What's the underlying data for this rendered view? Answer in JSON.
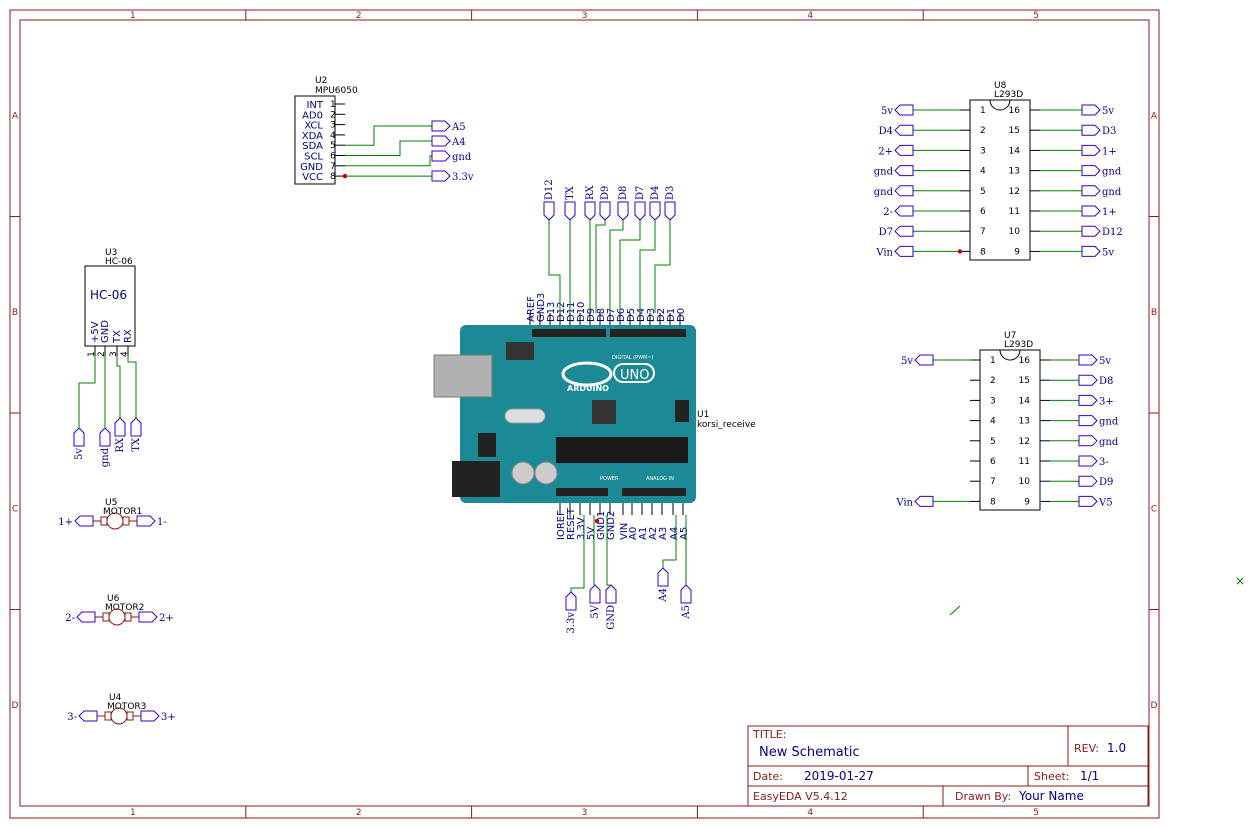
{
  "frame": {
    "columns": [
      "1",
      "2",
      "3",
      "4",
      "5"
    ],
    "rows": [
      "A",
      "B",
      "C",
      "D"
    ]
  },
  "u2": {
    "designator": "U2",
    "part": "MPU6050",
    "pins": [
      "INT",
      "AD0",
      "XCL",
      "XDA",
      "SDA",
      "SCL",
      "GND",
      "VCC"
    ],
    "nums": [
      "1",
      "2",
      "3",
      "4",
      "5",
      "6",
      "7",
      "8"
    ],
    "flags": [
      "A5",
      "A4",
      "gnd",
      "3.3v"
    ]
  },
  "u3": {
    "designator": "U3",
    "part": "HC-06",
    "label": "HC-06",
    "pins": [
      "+5V",
      "GND",
      "TX",
      "RX"
    ],
    "nums": [
      "1",
      "2",
      "3",
      "4"
    ],
    "flags": [
      "5v",
      "gnd",
      "RX",
      "TX"
    ]
  },
  "u1": {
    "designator": "U1",
    "part": "korsi_receive",
    "top_pins": [
      "AREF",
      "GND3",
      "D13",
      "D12",
      "D11",
      "D10",
      "D9",
      "D8",
      "D7",
      "D6",
      "D5",
      "D4",
      "D3",
      "D2",
      "D1",
      "D0"
    ],
    "top_flags": [
      "D12",
      "TX",
      "RX",
      "D9",
      "D8",
      "D7",
      "D4",
      "D3"
    ],
    "bottom_pins": [
      "IOREF",
      "RESET",
      "3.3V",
      "5V",
      "GND1",
      "GND2",
      "VIN",
      "A0",
      "A1",
      "A2",
      "A3",
      "A4",
      "A5"
    ],
    "bottom_flags": [
      "3.3v",
      "5V",
      "GND",
      "A4",
      "A5"
    ],
    "board_brand": "ARDUINO",
    "board_model": "UNO",
    "board_digital": "DIGITAL (PWM~)",
    "board_power": "POWER",
    "board_analog": "ANALOG IN"
  },
  "u8": {
    "designator": "U8",
    "part": "L293D",
    "left_nums": [
      "1",
      "2",
      "3",
      "4",
      "5",
      "6",
      "7",
      "8"
    ],
    "right_nums": [
      "16",
      "15",
      "14",
      "13",
      "12",
      "11",
      "10",
      "9"
    ],
    "left_flags": [
      "5v",
      "D4",
      "2+",
      "gnd",
      "gnd",
      "2-",
      "D7",
      "Vin"
    ],
    "right_flags": [
      "5v",
      "D3",
      "1+",
      "gnd",
      "gnd",
      "1+",
      "D12",
      "5v"
    ]
  },
  "u7": {
    "designator": "U7",
    "part": "L293D",
    "left_nums": [
      "1",
      "2",
      "3",
      "4",
      "5",
      "6",
      "7",
      "8"
    ],
    "right_nums": [
      "16",
      "15",
      "14",
      "13",
      "12",
      "11",
      "10",
      "9"
    ],
    "left_flags": [
      "5v",
      "Vin"
    ],
    "right_flags": [
      "5v",
      "D8",
      "3+",
      "gnd",
      "gnd",
      "3-",
      "D9",
      "V5"
    ]
  },
  "motors": [
    {
      "designator": "U5",
      "part": "MOTOR1",
      "left": "1+",
      "right": "1-"
    },
    {
      "designator": "U6",
      "part": "MOTOR2",
      "left": "2-",
      "right": "2+"
    },
    {
      "designator": "U4",
      "part": "MOTOR3",
      "left": "3-",
      "right": "3+"
    }
  ],
  "title_block": {
    "title_label": "TITLE:",
    "title": "New Schematic",
    "rev_label": "REV:",
    "rev": "1.0",
    "date_label": "Date:",
    "date": "2019-01-27",
    "sheet_label": "Sheet:",
    "sheet": "1/1",
    "software": "EasyEDA V5.4.12",
    "drawn_label": "Drawn By:",
    "drawn_by": "Your Name"
  },
  "colors": {
    "frame": "#8b1a1a",
    "wire": "#008000",
    "flag": "#3300cc",
    "pin_name": "#00008b",
    "board": "#1b8a96",
    "junction": "#cc0000"
  }
}
